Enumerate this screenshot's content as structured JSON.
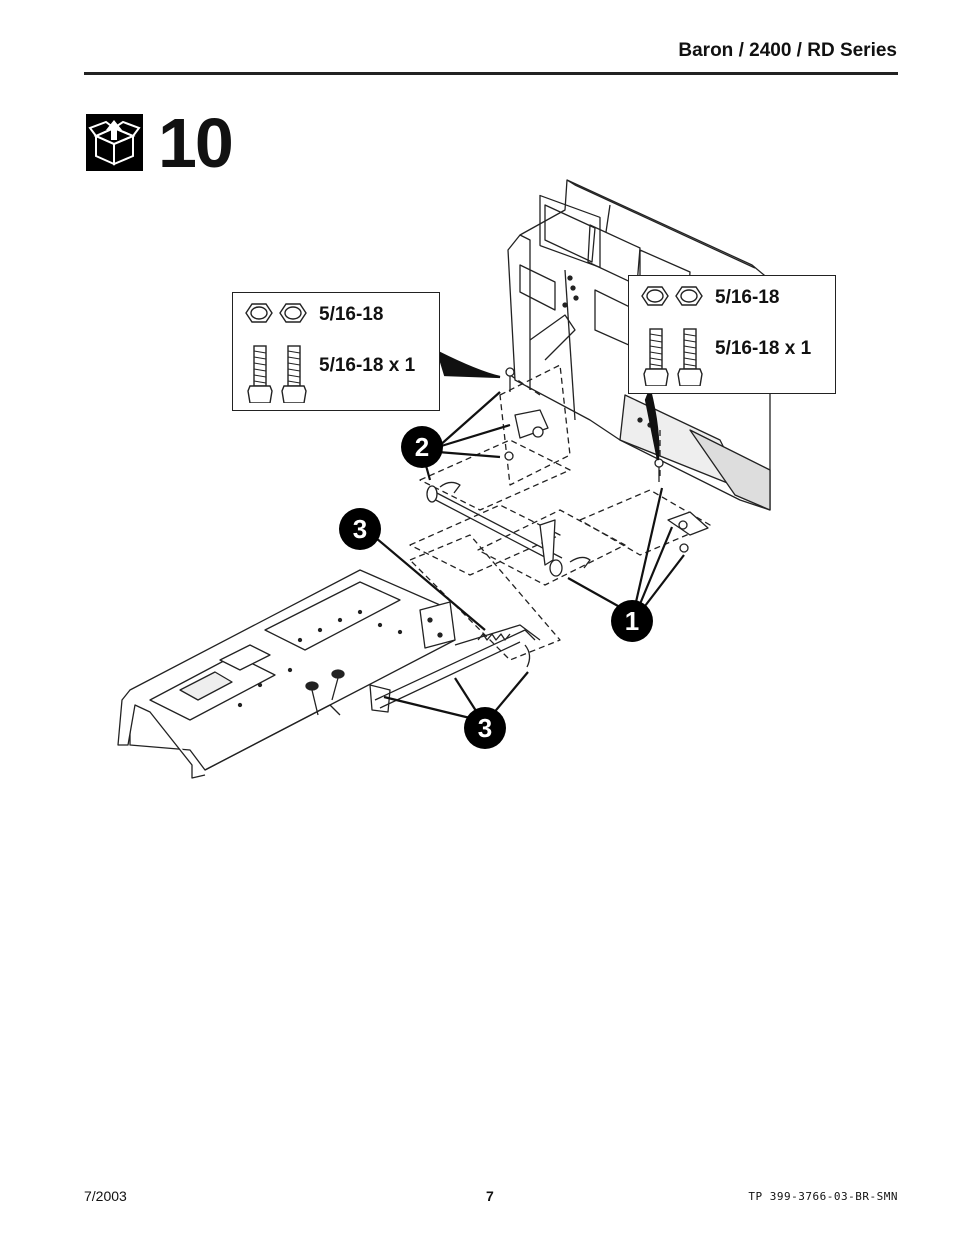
{
  "header": {
    "title": "Baron / 2400 / RD Series"
  },
  "step": {
    "number": "10",
    "icon": "open-box-icon"
  },
  "hardware_left": {
    "nut_label": "5/16-18",
    "bolt_label": "5/16-18 x 1"
  },
  "hardware_right": {
    "nut_label": "5/16-18",
    "bolt_label": "5/16-18 x 1"
  },
  "callouts": {
    "c1": "1",
    "c2": "2",
    "c3a": "3",
    "c3b": "3"
  },
  "footer": {
    "date": "7/2003",
    "page": "7",
    "doc_id": "TP 399-3766-03-BR-SMN"
  }
}
